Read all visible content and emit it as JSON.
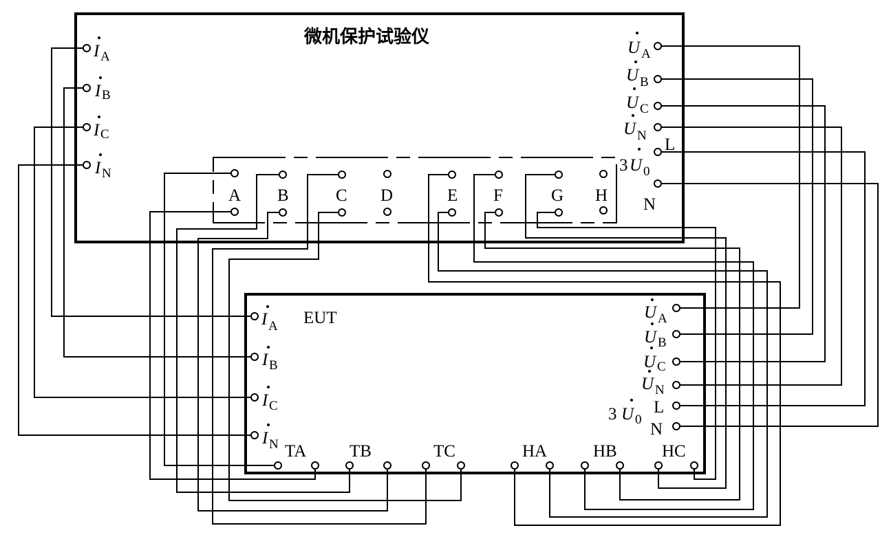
{
  "tester": {
    "title": "微机保护试验仪",
    "current_outputs": [
      {
        "sym": "I",
        "sub": "A"
      },
      {
        "sym": "I",
        "sub": "B"
      },
      {
        "sym": "I",
        "sub": "C"
      },
      {
        "sym": "I",
        "sub": "N"
      }
    ],
    "voltage_outputs": [
      {
        "sym": "U",
        "sub": "A"
      },
      {
        "sym": "U",
        "sub": "B"
      },
      {
        "sym": "U",
        "sub": "C"
      },
      {
        "sym": "U",
        "sub": "N"
      }
    ],
    "zero_seq": {
      "prefix": "3",
      "sym": "U",
      "sub": "0",
      "l_label": "L",
      "n_label": "N"
    },
    "contacts": [
      "A",
      "B",
      "C",
      "D",
      "E",
      "F",
      "G",
      "H"
    ]
  },
  "eut": {
    "title": "EUT",
    "current_inputs": [
      {
        "sym": "I",
        "sub": "A"
      },
      {
        "sym": "I",
        "sub": "B"
      },
      {
        "sym": "I",
        "sub": "C"
      },
      {
        "sym": "I",
        "sub": "N"
      }
    ],
    "voltage_inputs": [
      {
        "sym": "U",
        "sub": "A"
      },
      {
        "sym": "U",
        "sub": "B"
      },
      {
        "sym": "U",
        "sub": "C"
      },
      {
        "sym": "U",
        "sub": "N"
      }
    ],
    "zero_seq": {
      "prefix": "3",
      "sym": "U",
      "sub": "0",
      "l_label": "L",
      "n_label": "N"
    },
    "trip_outputs": [
      "TA",
      "TB",
      "TC"
    ],
    "close_outputs": [
      "HA",
      "HB",
      "HC"
    ]
  }
}
